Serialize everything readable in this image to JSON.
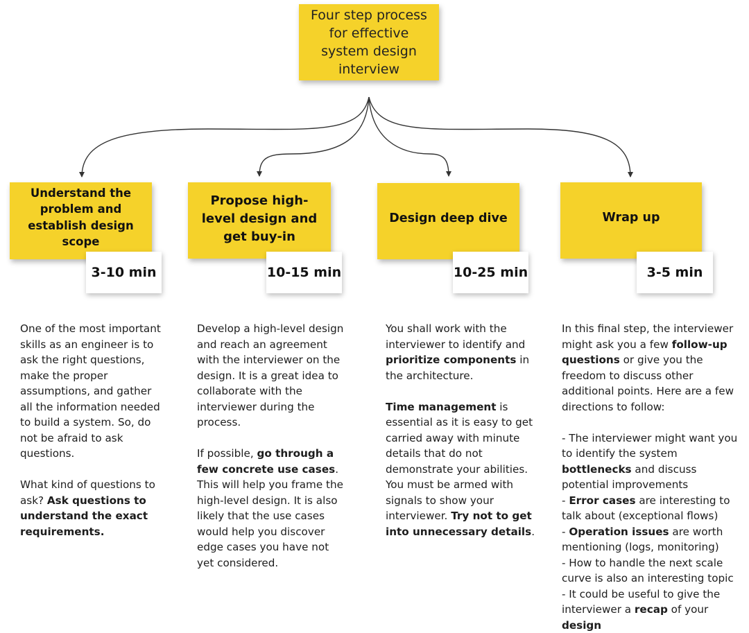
{
  "title": "Four step process for effective system design interview",
  "steps": [
    {
      "label": "Understand the problem and establish design scope",
      "time": "3-10 min",
      "description": [
        "One of the most important skills as an engineer is to ask the right questions, make the proper assumptions, and gather all the information needed to build a system. So, do not be afraid to ask questions.",
        "What kind of questions to ask? Ask questions to understand the exact requirements."
      ]
    },
    {
      "label": "Propose high-level design and get buy-in",
      "time": "10-15 min",
      "description": [
        "Develop a high-level design and reach an agreement with the interviewer on the design. It is a great idea to collaborate with the interviewer during the process.",
        "If possible, go through a few concrete use cases. This will help you frame the high-level design. It is also likely that the use cases would help you discover edge cases you have not yet considered."
      ]
    },
    {
      "label": "Design deep dive",
      "time": "10-25 min",
      "description": [
        "You shall work with the interviewer to identify and prioritize components in the architecture.",
        "Time management is essential as it is easy to get carried away with minute details that do not demonstrate your abilities. You must be armed with signals to show your interviewer. Try not to get into unnecessary details."
      ]
    },
    {
      "label": "Wrap up",
      "time": "3-5 min",
      "description": [
        "In this final step, the interviewer might ask you a few follow-up questions or give you the freedom to discuss other additional points. Here are a few directions to follow:",
        "- The interviewer might want you to identify the system bottlenecks and discuss potential improvements",
        "- Error cases are interesting to talk about (exceptional flows)",
        "- Operation issues are worth mentioning (logs, monitoring)",
        "- How to handle the next scale curve is also an interesting topic",
        "- It could be useful to give the interviewer a recap of your design"
      ]
    }
  ],
  "colors": {
    "sticky": "#f5d22a",
    "card": "#ffffff",
    "text": "#1a1a1a",
    "connector": "#333333"
  }
}
